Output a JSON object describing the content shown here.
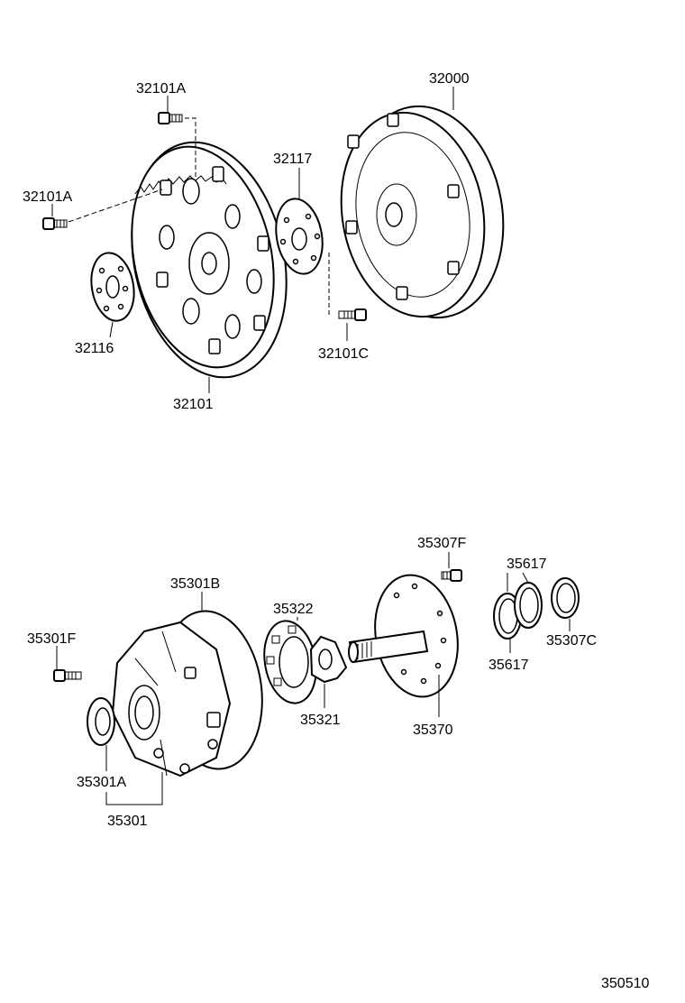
{
  "labels": {
    "p32101A_top": "32101A",
    "p32101A_left": "32101A",
    "p32000": "32000",
    "p32117": "32117",
    "p32116": "32116",
    "p32101C": "32101C",
    "p32101": "32101",
    "p35307F": "35307F",
    "p35617_top": "35617",
    "p35301B": "35301B",
    "p35322": "35322",
    "p35301F": "35301F",
    "p35307C": "35307C",
    "p35617_bottom": "35617",
    "p35321": "35321",
    "p35370": "35370",
    "p35301A": "35301A",
    "p35301": "35301",
    "figure_code": "350510"
  }
}
